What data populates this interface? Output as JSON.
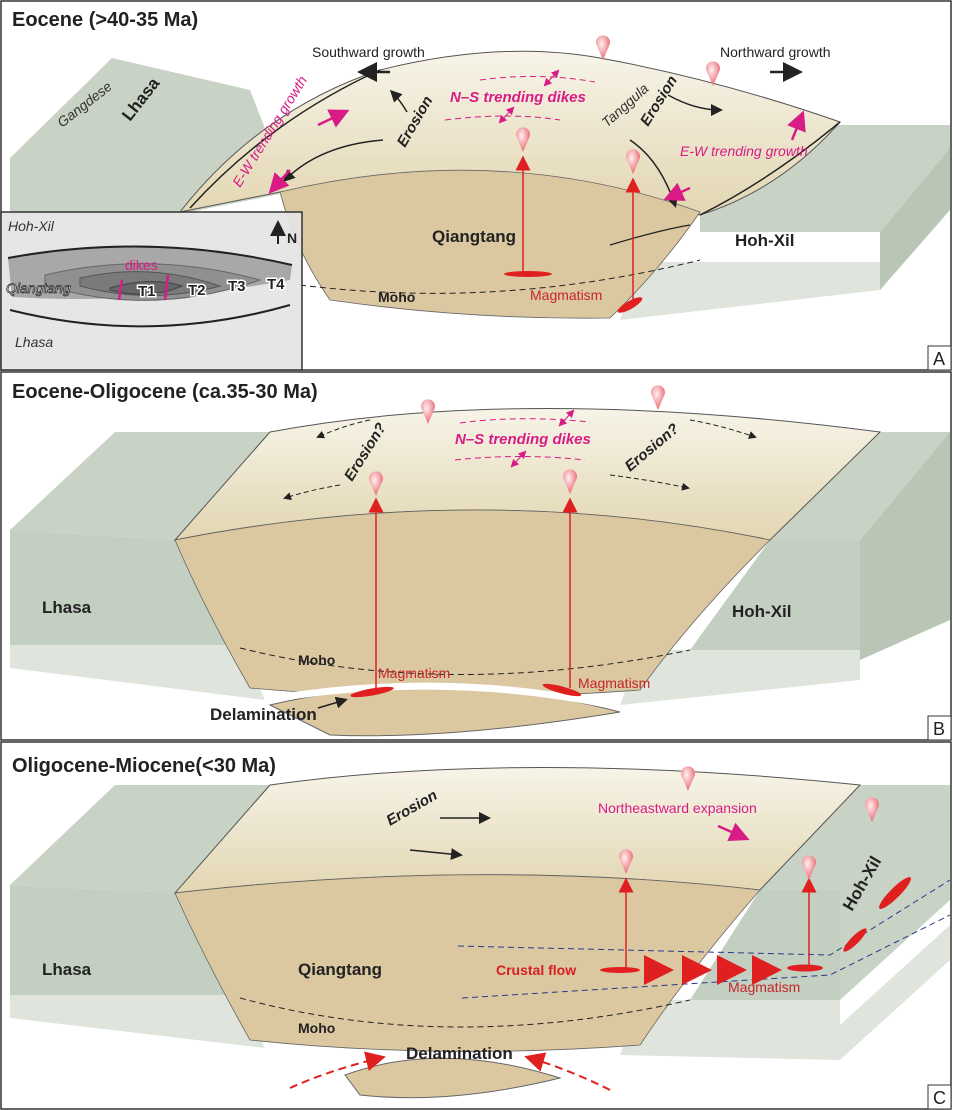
{
  "colors": {
    "block": "#c8d3c5",
    "block_side": "#dfe5dc",
    "plateau": "#efe9d2",
    "crust": "#dcc8a0",
    "magenta": "#d81b85",
    "red": "#e02020"
  },
  "panel_a": {
    "title": "Eocene (>40-35 Ma)",
    "letter": "A",
    "southward": "Southward growth",
    "northward": "Northward growth",
    "gangdese": "Gangdese",
    "lhasa": "Lhasa",
    "ew_left": "E-W trending growth",
    "ew_right": "E-W trending growth",
    "erosion_left": "Erosion",
    "erosion_right": "Erosion",
    "dikes": "N–S trending dikes",
    "tanggula": "Tanggula",
    "qiangtang": "Qiangtang",
    "hohxil": "Hoh-Xil",
    "moho": "Moho",
    "magmatism": "Magmatism",
    "inset": {
      "hohxil": "Hoh-Xil",
      "north": "N",
      "qiangtang": "Qiangtang",
      "dikes": "dikes",
      "t1": "T1",
      "t2": "T2",
      "t3": "T3",
      "t4": "T4",
      "lhasa": "Lhasa"
    }
  },
  "panel_b": {
    "title": "Eocene-Oligocene (ca.35-30 Ma)",
    "letter": "B",
    "dikes": "N–S trending dikes",
    "erosion_left": "Erosion?",
    "erosion_right": "Erosion?",
    "lhasa": "Lhasa",
    "hohxil": "Hoh-Xil",
    "moho": "Moho",
    "magmatism_left": "Magmatism",
    "magmatism_right": "Magmatism",
    "delamination": "Delamination"
  },
  "panel_c": {
    "title": "Oligocene-Miocene(<30 Ma)",
    "letter": "C",
    "erosion": "Erosion",
    "expansion": "Northeastward expansion",
    "hohxil": "Hoh-Xil",
    "lhasa": "Lhasa",
    "qiangtang": "Qiangtang",
    "crustal_flow": "Crustal flow",
    "magmatism": "Magmatism",
    "moho": "Moho",
    "delamination": "Delamination"
  }
}
